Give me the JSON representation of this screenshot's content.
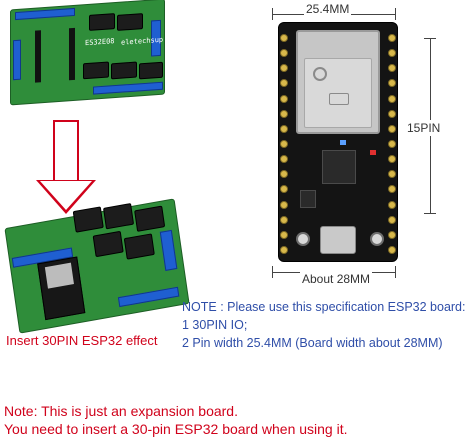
{
  "top_board": {
    "model_label": "ES32E08",
    "brand_label": "eletechsup"
  },
  "caption_left": "Insert 30PIN ESP32 effect",
  "esp32": {
    "width_label": "25.4MM",
    "pins_label": "15PIN",
    "about_label": "About 28MM"
  },
  "note_spec": {
    "line1": "NOTE : Please use this specification ESP32 board:",
    "line2": "1 30PIN IO;",
    "line3": "2 Pin width 25.4MM (Board width about 28MM)"
  },
  "note_expansion": {
    "line1": "Note: This is just an expansion board.",
    "line2": "You need to insert a 30-pin ESP32 board when using it."
  },
  "colors": {
    "pcb_green": "#2f8d3a",
    "terminal_blue": "#1f5fd1",
    "note_red": "#d0021b",
    "note_blue": "#2f4ea8"
  }
}
